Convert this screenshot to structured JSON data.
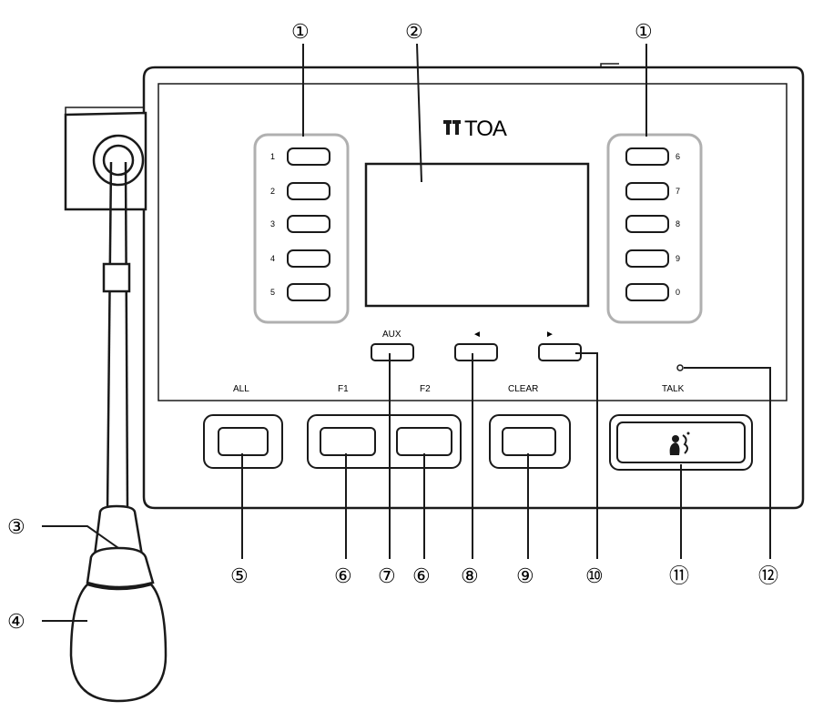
{
  "device": {
    "brand": "TOA",
    "left_keys": [
      "1",
      "2",
      "3",
      "4",
      "5"
    ],
    "right_keys": [
      "6",
      "7",
      "8",
      "9",
      "0"
    ],
    "aux_label": "AUX",
    "left_arrow_label": "◄",
    "right_arrow_label": "►",
    "bottom_labels": {
      "all": "ALL",
      "f1": "F1",
      "f2": "F2",
      "clear": "CLEAR",
      "talk": "TALK"
    },
    "talk_icon": "speaking-person-icon"
  },
  "callouts": {
    "c1": "①",
    "c2": "②",
    "c3": "③",
    "c4": "④",
    "c5": "⑤",
    "c6": "⑥",
    "c7": "⑦",
    "c8": "⑧",
    "c9": "⑨",
    "c10": "⑩",
    "c11": "⑪",
    "c12": "⑫"
  },
  "colors": {
    "line": "#1a1a1a",
    "key_group_outline": "#b0b0b0"
  }
}
